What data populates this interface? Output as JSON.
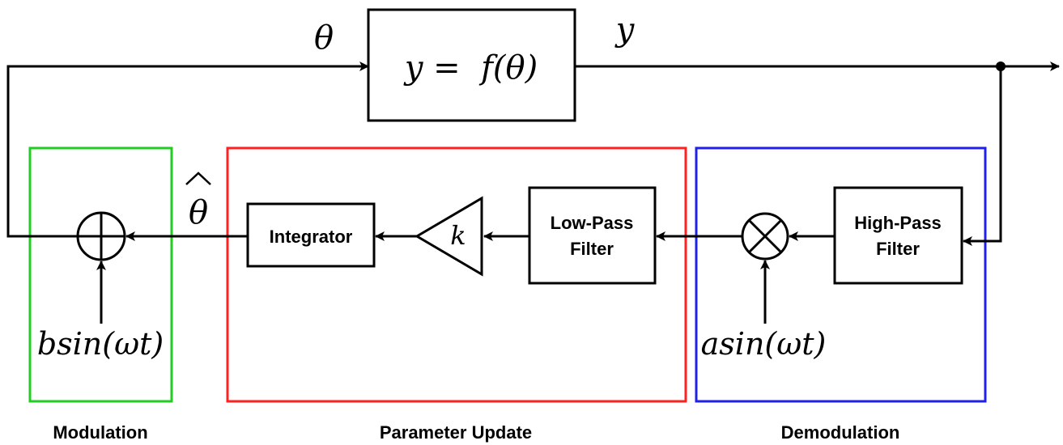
{
  "colors": {
    "line": "#000000",
    "modulation_frame": "#22cc22",
    "parameter_update_frame": "#ff2020",
    "demodulation_frame": "#2020ee",
    "background": "#ffffff"
  },
  "signals": {
    "theta": "θ",
    "y": "y",
    "theta_hat": "θ"
  },
  "plant": {
    "equation": "y =  f(θ)"
  },
  "blocks": {
    "integrator": "Integrator",
    "gain": "k",
    "low_pass_line1": "Low-Pass",
    "low_pass_line2": "Filter",
    "high_pass_line1": "High-Pass",
    "high_pass_line2": "Filter"
  },
  "inputs": {
    "modulation_signal": "bsin(ωt)",
    "demodulation_signal": "asin(ωt)"
  },
  "groups": {
    "modulation": "Modulation",
    "parameter_update": "Parameter Update",
    "demodulation": "Demodulation"
  }
}
